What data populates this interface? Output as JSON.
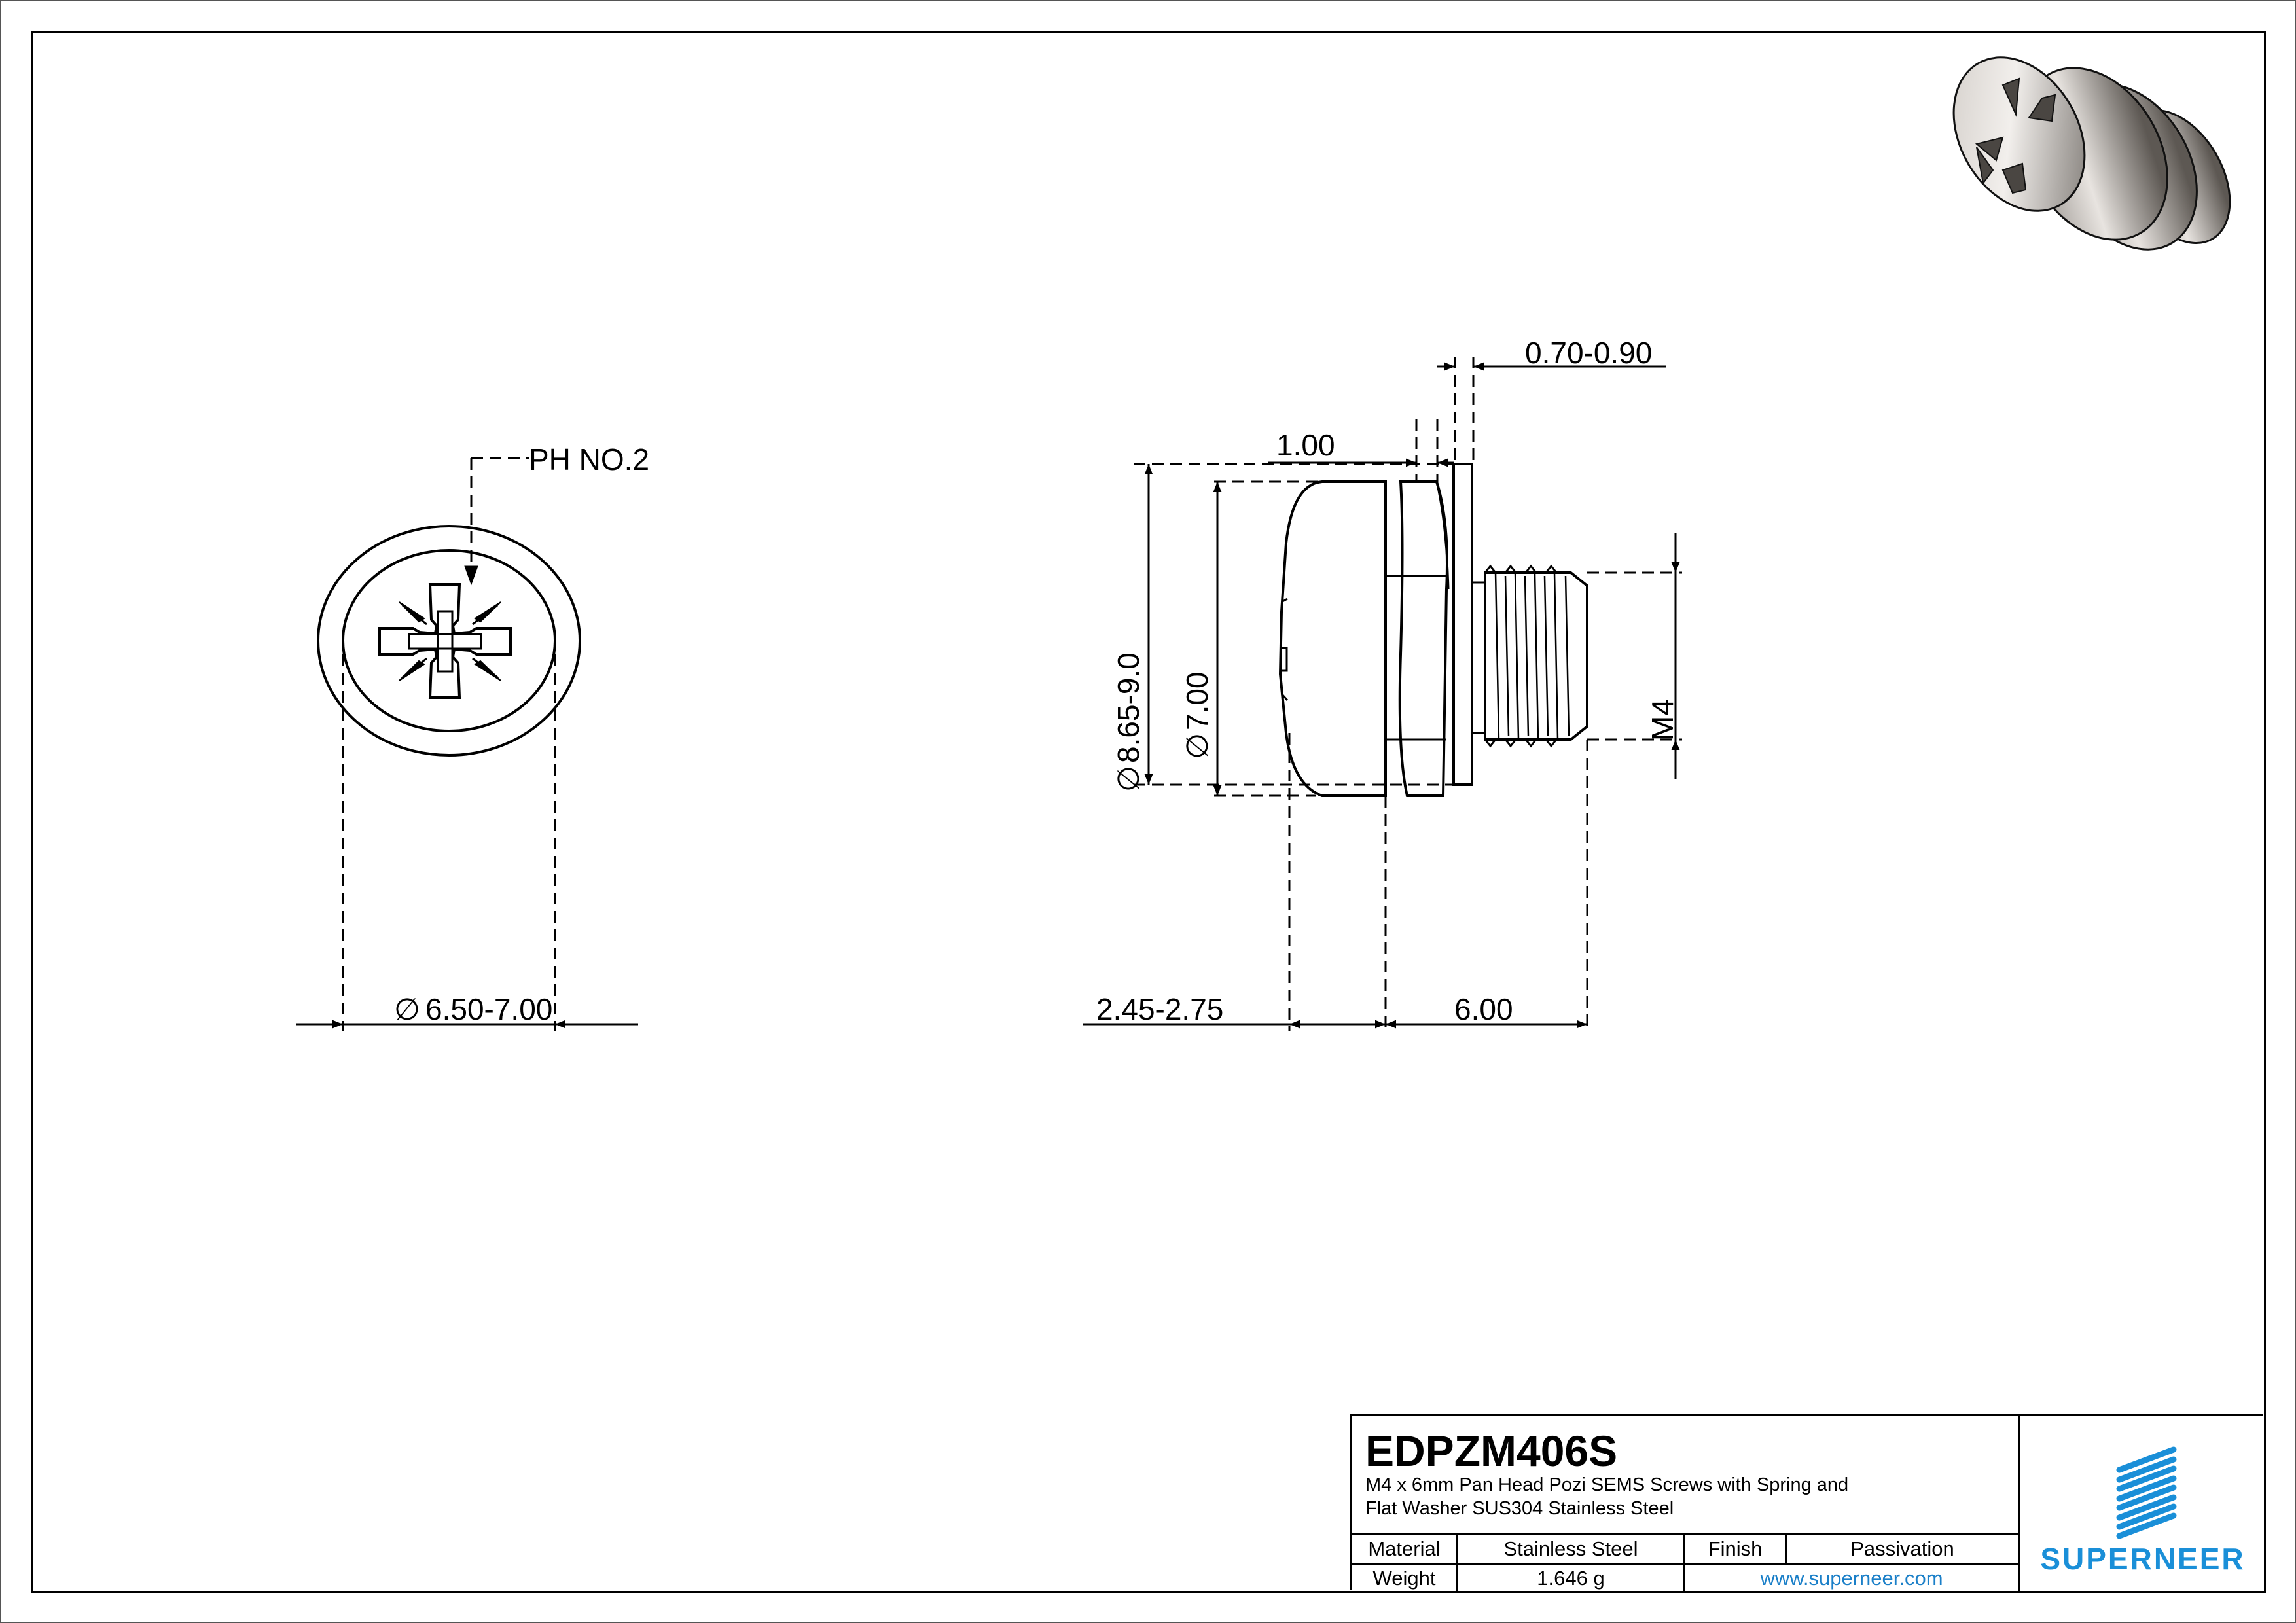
{
  "colors": {
    "line": "#000000",
    "brand_blue": "#1a8fd8",
    "link_blue": "#1a7fc8",
    "metal_light": "#d9d4cf",
    "metal_dark": "#6b6661"
  },
  "front_view": {
    "drive_label": "PH NO.2",
    "head_diameter": "6.50-7.00",
    "diameter_symbol": "∅"
  },
  "side_view": {
    "washer_thickness": "0.70-0.90",
    "spring_washer_thickness": "1.00",
    "washer_diameter": "8.65-9.0",
    "head_diameter": "7.00",
    "diameter_symbol": "∅",
    "thread_size": "M4",
    "head_height": "2.45-2.75",
    "length": "6.00"
  },
  "isometric_view": {
    "icon": "screw-3d-render-icon"
  },
  "title_block": {
    "part_number": "EDPZM406S",
    "description_line1": "M4 x 6mm Pan Head Pozi SEMS Screws with Spring and",
    "description_line2": "Flat Washer SUS304 Stainless Steel",
    "material_label": "Material",
    "material_value": "Stainless Steel",
    "finish_label": "Finish",
    "finish_value": "Passivation",
    "weight_label": "Weight",
    "weight_value": "1.646 g",
    "website": "www.superneer.com",
    "brand": "SUPERNEER"
  }
}
